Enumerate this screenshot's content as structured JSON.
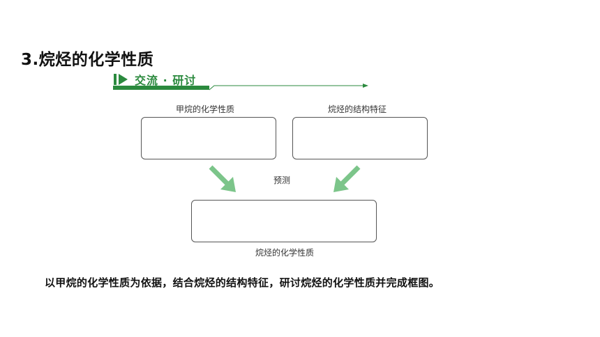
{
  "section": {
    "title": "3.烷烃的化学性质"
  },
  "banner": {
    "label": "交流 · 研讨",
    "icon": "play-flag-icon",
    "color": "#2b8a3e"
  },
  "diagram": {
    "left_caption": "甲烷的化学性质",
    "right_caption": "烷烃的结构特征",
    "arrow_caption": "预测",
    "bottom_caption": "烷烃的化学性质",
    "arrow_color": "#7cc58a"
  },
  "instruction": "以甲烷的化学性质为依据，结合烷烃的结构特征，研讨烷烃的化学性质并完成框图。"
}
